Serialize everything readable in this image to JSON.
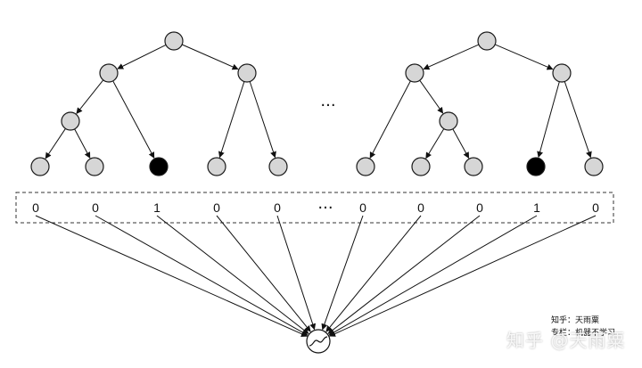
{
  "diagram": {
    "tree_ellipsis": "···",
    "feature_ellipsis": "···",
    "feature_bits": [
      "0",
      "0",
      "1",
      "0",
      "0",
      "0",
      "0",
      "0",
      "1",
      "0"
    ],
    "output_symbol": "~",
    "node_fill": "#d6d6d6",
    "active_leaf_fill": "#000000"
  },
  "credit": {
    "line1": "知乎：天雨粟",
    "line2": "专栏：机器不学习"
  },
  "watermark": "知乎 @天雨粟"
}
